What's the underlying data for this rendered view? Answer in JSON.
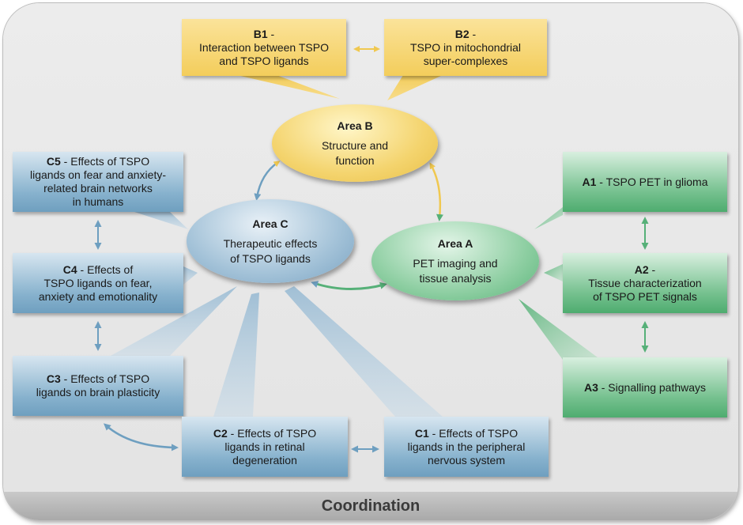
{
  "footer": {
    "label": "Coordination"
  },
  "areas": {
    "b": {
      "title": "Area B",
      "line1": "Structure and",
      "line2": "function"
    },
    "c": {
      "title": "Area C",
      "line1": "Therapeutic effects",
      "line2": "of TSPO ligands"
    },
    "a": {
      "title": "Area A",
      "line1": "PET imaging and",
      "line2": "tissue analysis"
    }
  },
  "boxes": {
    "b1": {
      "code": "B1",
      "line1": " -",
      "line2": "Interaction between TSPO",
      "line3": "and TSPO ligands"
    },
    "b2": {
      "code": "B2",
      "line1": " -",
      "line2": "TSPO in mitochondrial",
      "line3": "super-complexes"
    },
    "c5": {
      "code": "C5",
      "line1": " - Effects of TSPO",
      "line2": "ligands on fear and anxiety-",
      "line3": "related brain networks",
      "line4": "in humans"
    },
    "c4": {
      "code": "C4",
      "line1": " - Effects of",
      "line2": "TSPO ligands on fear,",
      "line3": "anxiety and emotionality"
    },
    "c3": {
      "code": "C3",
      "line1": " - Effects of TSPO",
      "line2": "ligands on brain plasticity"
    },
    "c2": {
      "code": "C2",
      "line1": " - Effects of TSPO",
      "line2": "ligands in retinal",
      "line3": "degeneration"
    },
    "c1": {
      "code": "C1",
      "line1": " - Effects of TSPO",
      "line2": "ligands in the peripheral",
      "line3": "nervous system"
    },
    "a1": {
      "code": "A1",
      "line1": " - TSPO PET in glioma"
    },
    "a2": {
      "code": "A2",
      "line1": " -",
      "line2": "Tissue characterization",
      "line3": "of TSPO PET signals"
    },
    "a3": {
      "code": "A3",
      "line1": " - Signalling pathways"
    }
  },
  "colors": {
    "yellow": "#f3cd5b",
    "blue": "#86b1cd",
    "green": "#4eac6f",
    "yellow_arrow": "#f0c850",
    "blue_arrow": "#6e9fc0",
    "green_arrow": "#56b078"
  }
}
